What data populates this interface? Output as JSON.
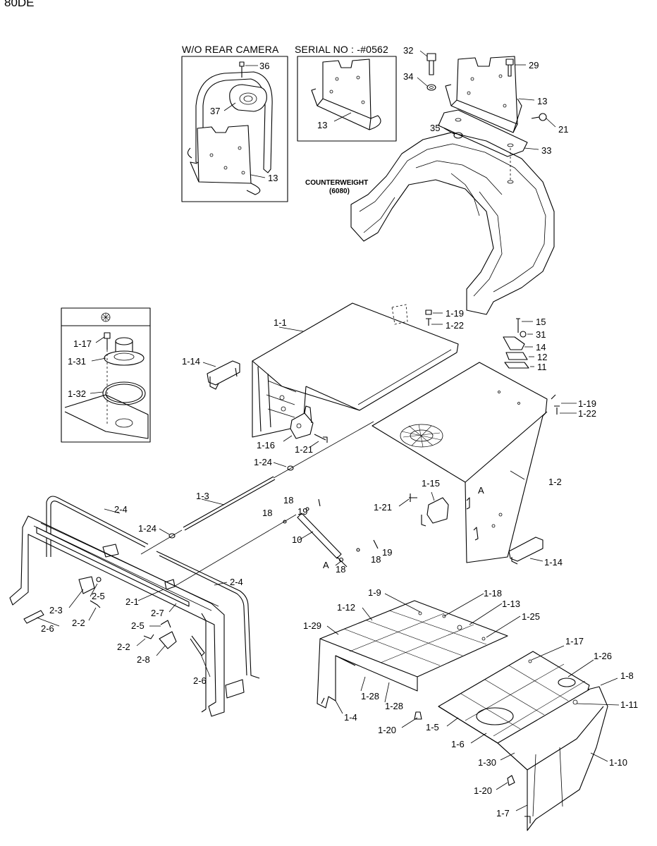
{
  "model_code": "80DE",
  "inset_headers": {
    "rear_camera": "W/O REAR CAMERA",
    "serial": "SERIAL NO : -#0562"
  },
  "counterweight": {
    "line1": "COUNTERWEIGHT",
    "line2": "(6080)"
  },
  "callouts": {
    "c36": "36",
    "c37": "37",
    "c13a": "13",
    "c13b": "13",
    "c13c": "13",
    "c32": "32",
    "c29": "29",
    "c34": "34",
    "c21": "21",
    "c35": "35",
    "c33": "33",
    "c1_1": "1-1",
    "c1_19a": "1-19",
    "c1_22a": "1-22",
    "c15": "15",
    "c31": "31",
    "c14": "14",
    "c12": "12",
    "c11": "11",
    "c1_14a": "1-14",
    "c1_16": "1-16",
    "c1_21a": "1-21",
    "c1_19b": "1-19",
    "c1_22b": "1-22",
    "c1_24a": "1-24",
    "c1_15": "1-15",
    "c1_2": "1-2",
    "cA1": "A",
    "c1_3": "1-3",
    "c19a": "19",
    "c18a": "18",
    "c18b": "18",
    "c1_21b": "1-21",
    "c2_4a": "2-4",
    "c1_24b": "1-24",
    "c10": "10",
    "c19b": "19",
    "cA2": "A",
    "c18c": "18",
    "c18d": "18",
    "c1_14b": "1-14",
    "c2_4b": "2-4",
    "c2_5a": "2-5",
    "c2_1": "2-1",
    "c2_3": "2-3",
    "c2_2a": "2-2",
    "c2_6a": "2-6",
    "c2_7": "2-7",
    "c2_5b": "2-5",
    "c2_2b": "2-2",
    "c2_8": "2-8",
    "c2_6b": "2-6",
    "c1_9": "1-9",
    "c1_18": "1-18",
    "c1_12": "1-12",
    "c1_13": "1-13",
    "c1_25": "1-25",
    "c1_29": "1-29",
    "c1_17b": "1-17",
    "c1_26": "1-26",
    "c1_8": "1-8",
    "c1_28a": "1-28",
    "c1_28b": "1-28",
    "c1_11": "1-11",
    "c1_4": "1-4",
    "c1_20a": "1-20",
    "c1_5": "1-5",
    "c1_6": "1-6",
    "c1_30": "1-30",
    "c1_10": "1-10",
    "c1_20b": "1-20",
    "c1_7": "1-7",
    "c1_17a": "1-17",
    "c1_31": "1-31",
    "c1_32": "1-32"
  }
}
